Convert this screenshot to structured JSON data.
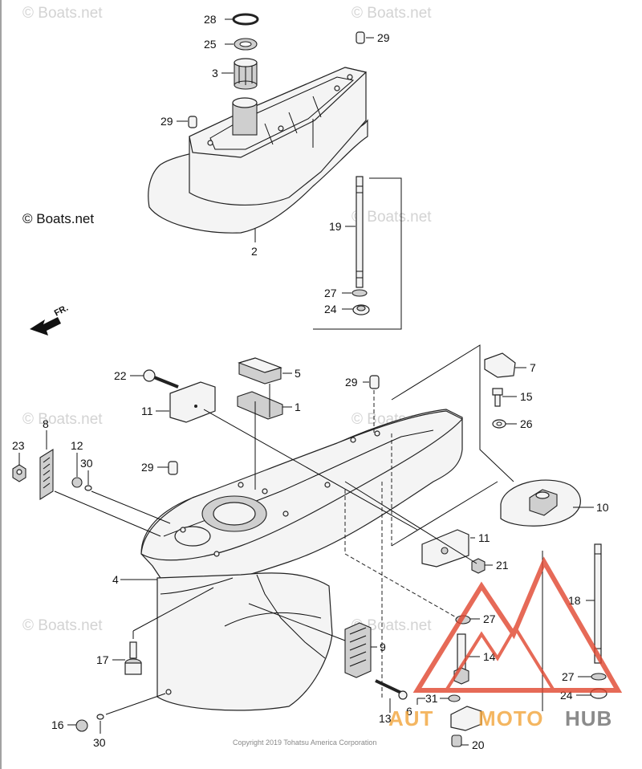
{
  "watermarks": [
    "© Boats.net",
    "© Boats.net",
    "© Boats.net",
    "© Boats.net",
    "© Boats.net",
    "© Boats.net",
    "© Boats.net",
    "© Boats.net"
  ],
  "copyright_mark": "© Boats.net",
  "front_indicator": "FR.",
  "footer_copyright": "Copyright 2019 Tohatsu America Corporation",
  "brand": {
    "auto": "AUT",
    "moto": "MOTO",
    "hub": "HUB",
    "colors": {
      "red": "#e0452e",
      "orange": "#f2a43a",
      "gray": "#6f6f6f"
    }
  },
  "part_labels": {
    "p28": "28",
    "p25": "25",
    "p3": "3",
    "p29a": "29",
    "p29b": "29",
    "p2": "2",
    "p19": "19",
    "p27a": "27",
    "p24a": "24",
    "p22": "22",
    "p5": "5",
    "p1": "1",
    "p11a": "11",
    "p29c": "29",
    "p7": "7",
    "p15": "15",
    "p26": "26",
    "p8": "8",
    "p23": "23",
    "p12": "12",
    "p30a": "30",
    "p29d": "29",
    "p10": "10",
    "p11b": "11",
    "p21": "21",
    "p4": "4",
    "p18": "18",
    "p27b": "27",
    "p14": "14",
    "p17": "17",
    "p9": "9",
    "p27c": "27",
    "p24b": "24",
    "p31": "31",
    "p6": "6",
    "p13": "13",
    "p16": "16",
    "p30b": "30",
    "p20": "20"
  }
}
